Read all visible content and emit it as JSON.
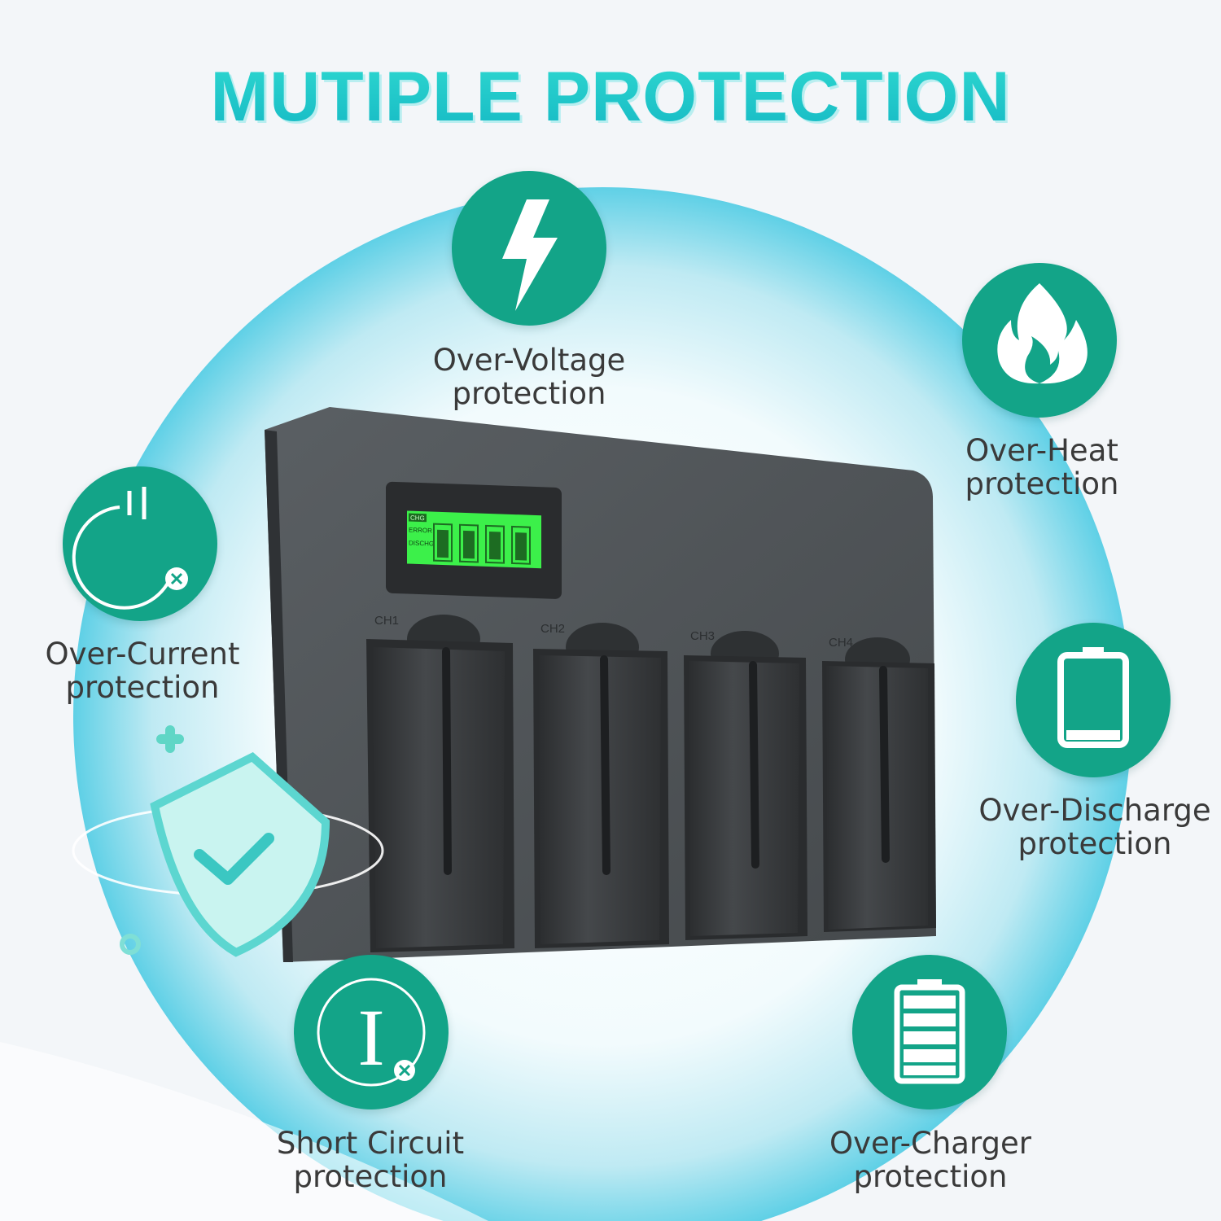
{
  "title": "MUTIPLE  PROTECTION",
  "features": [
    {
      "icon": "lightning-icon",
      "line1": "Over-Voltage",
      "line2": "protection"
    },
    {
      "icon": "flame-icon",
      "line1": "Over-Heat",
      "line2": "protection"
    },
    {
      "icon": "power-off-icon",
      "line1": "Over-Current",
      "line2": "protection"
    },
    {
      "icon": "empty-battery-icon",
      "line1": "Over-Discharge",
      "line2": "protection"
    },
    {
      "icon": "current-cross-icon",
      "line1": "Short Circuit",
      "line2": "protection"
    },
    {
      "icon": "full-battery-icon",
      "line1": "Over-Charger",
      "line2": "protection"
    }
  ],
  "charger": {
    "lcd": [
      "CHG",
      "ERROR",
      "DISCHG"
    ],
    "channels": [
      "CH1",
      "CH2",
      "CH3",
      "CH4"
    ]
  },
  "colors": {
    "accent": "#13a488",
    "title": "#21c4c8",
    "body": "#505559",
    "lcd": "#3cf04a"
  }
}
